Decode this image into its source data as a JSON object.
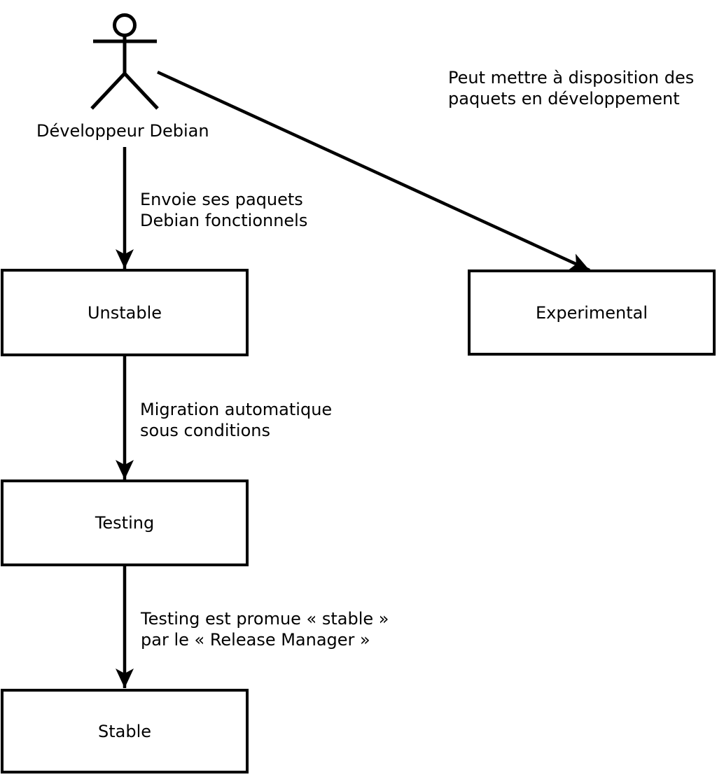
{
  "diagram": {
    "colors": {
      "stroke": "#000000",
      "background": "#ffffff"
    },
    "actor": {
      "label": "Développeur Debian"
    },
    "nodes": [
      {
        "id": "unstable",
        "label": "Unstable"
      },
      {
        "id": "experimental",
        "label": "Experimental"
      },
      {
        "id": "testing",
        "label": "Testing"
      },
      {
        "id": "stable",
        "label": "Stable"
      }
    ],
    "edges": [
      {
        "from": "developpeur-debian",
        "to": "unstable",
        "label_lines": [
          "Envoie ses paquets",
          "Debian fonctionnels"
        ]
      },
      {
        "from": "developpeur-debian",
        "to": "experimental",
        "label_lines": [
          "Peut mettre à disposition des",
          "paquets en développement"
        ]
      },
      {
        "from": "unstable",
        "to": "testing",
        "label_lines": [
          "Migration automatique",
          "sous conditions"
        ]
      },
      {
        "from": "testing",
        "to": "stable",
        "label_lines": [
          "Testing est promue « stable »",
          "par le « Release Manager »"
        ]
      }
    ]
  }
}
